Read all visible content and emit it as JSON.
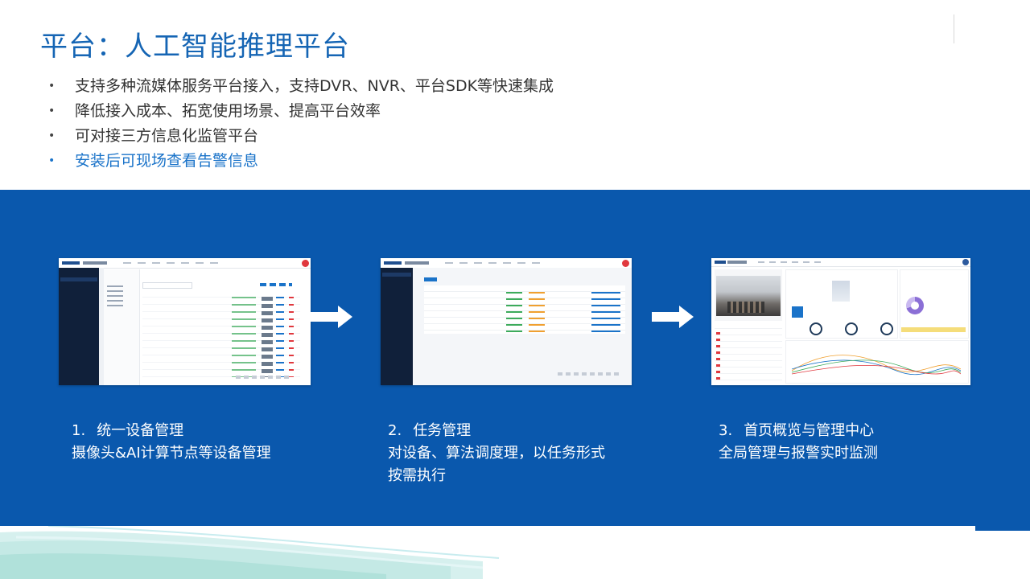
{
  "title": "平台：人工智能推理平台",
  "bullets": [
    "支持多种流媒体服务平台接入，支持DVR、NVR、平台SDK等快速集成",
    "降低接入成本、拓宽使用场景、提高平台效率",
    "可对接三方信息化监管平台",
    "安装后可现场查看告警信息"
  ],
  "steps": [
    {
      "number": "1.",
      "title": "统一设备管理",
      "desc": "摄像头&AI计算节点等设备管理"
    },
    {
      "number": "2.",
      "title": "任务管理",
      "desc": "对设备、算法调度理，以任务形式",
      "desc2": "按需执行"
    },
    {
      "number": "3.",
      "title": "首页概览与管理中心",
      "desc": "全局管理与报警实时监测"
    }
  ],
  "colors": {
    "title": "#1565b4",
    "band": "#0a58ad",
    "highlight": "#1a73c9"
  }
}
